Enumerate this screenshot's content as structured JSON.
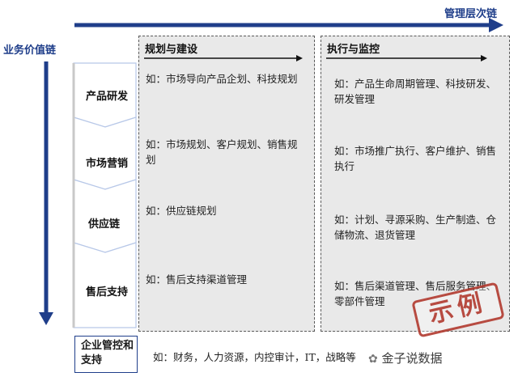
{
  "labels": {
    "management_chain": "管理层次链",
    "value_chain": "业务价值链"
  },
  "columns": [
    {
      "title": "规划与建设"
    },
    {
      "title": "执行与监控"
    }
  ],
  "rows": [
    {
      "name": "产品研发",
      "plan": "如：市场导向产品企划、科技规划",
      "execute": "如：产品生命周期管理、科技研发、研发管理"
    },
    {
      "name": "市场营销",
      "plan": "如：市场规划、客户规划、销售规划",
      "execute": "如：市场推广执行、客户维护、销售执行"
    },
    {
      "name": "供应链",
      "plan": "如：供应链规划",
      "execute": "如：计划、寻源采购、生产制造、仓储物流、退货管理"
    },
    {
      "name": "售后支持",
      "plan": "如：售后支持渠道管理",
      "execute": "如：售后渠道管理、售后服务管理、零部件管理"
    }
  ],
  "bottom": {
    "box_label": "企业管控和支持",
    "text": "如：财务，人力资源，内控审计，IT，战略等"
  },
  "stamp_text": "示例",
  "watermark": "金子说数据",
  "colors": {
    "arrow_blue": "#1f3e8a",
    "panel_fill": "#e9e9e9",
    "stamp_red": "#b23a2f"
  }
}
